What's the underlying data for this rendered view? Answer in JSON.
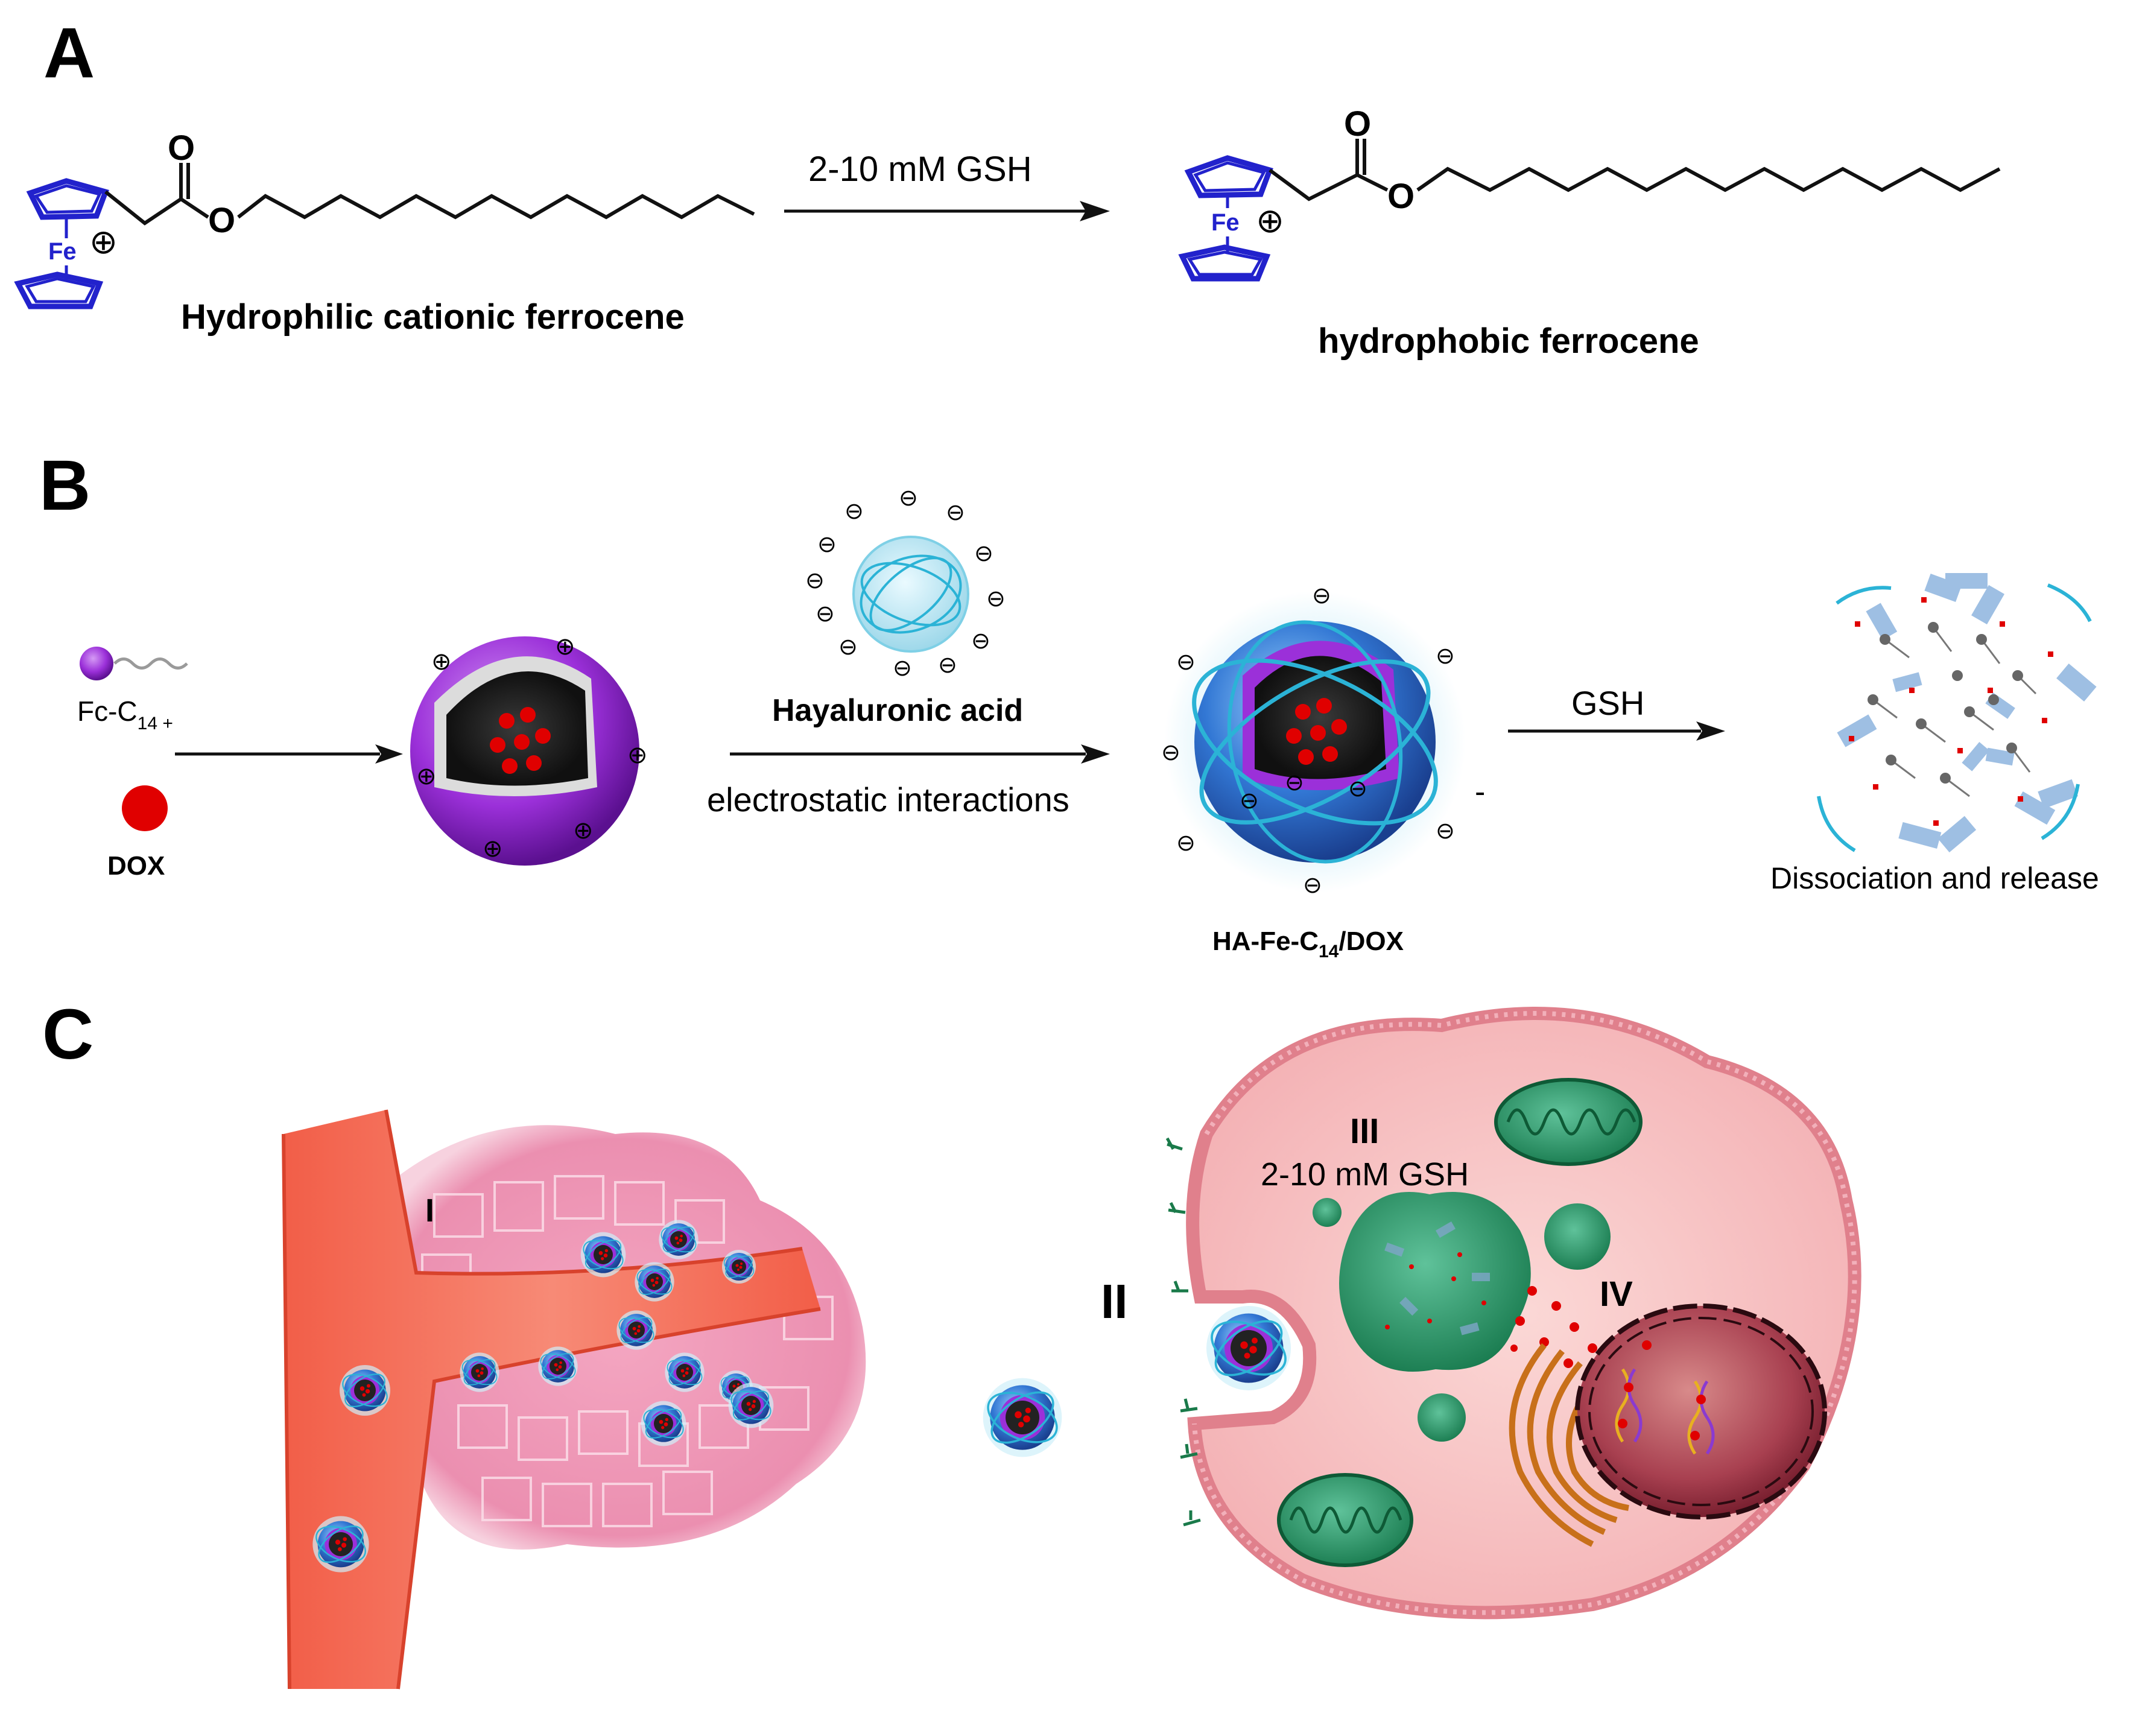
{
  "panels": {
    "a": {
      "label": "A",
      "reaction_condition": "2-10 mM GSH",
      "reactant_name": "Hydrophilic cationic ferrocene",
      "product_name": "hydrophobic ferrocene",
      "atom_fe": "Fe",
      "atom_o_carbonyl": "O",
      "atom_o_ester": "O",
      "charge_symbol": "⊕"
    },
    "b": {
      "label": "B",
      "fc_label": "Fc-C",
      "fc_subscript": "14 +",
      "dox_label": "DOX",
      "ha_label": "Hayaluronic acid",
      "interaction_label": "electrostatic interactions",
      "product_label_prefix": "HA-Fe-C",
      "product_label_subscript": "14",
      "product_label_suffix": "/DOX",
      "gsh_label": "GSH",
      "release_label": "Dissociation and release",
      "stray_minus": "-"
    },
    "c": {
      "label": "C",
      "stage_1": "I",
      "stage_2": "II",
      "stage_3": "III",
      "stage_4": "IV",
      "gsh_concentration": "2-10 mM GSH"
    }
  },
  "colors": {
    "ferrocene_blue": "#2222cc",
    "micelle_purple": "#9b30d9",
    "dox_red": "#e00000",
    "ha_cyan": "#3cb8d8",
    "vessel_red": "#f0705a",
    "tissue_pink": "#f0a8c0",
    "cell_pink": "#f8c8c8",
    "organelle_green": "#1f8a5a",
    "golgi_orange": "#c8701a",
    "nucleus_maroon": "#a03040"
  }
}
